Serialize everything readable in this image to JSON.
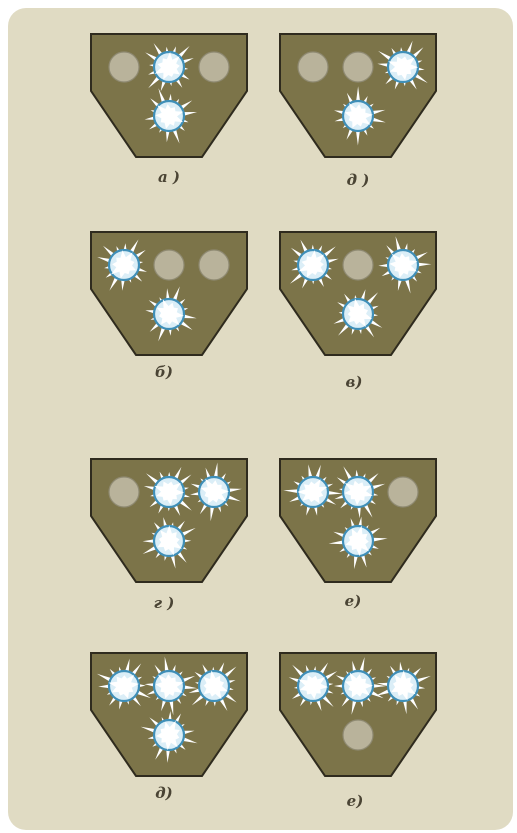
{
  "colors": {
    "background": "#e0dbc3",
    "plate_fill": "#7c7449",
    "plate_stroke": "#2f2b1e",
    "dim_lamp": "#b9b39b",
    "lit_lamp": "#ffffff",
    "caption_text": "#4a4434"
  },
  "panels": [
    {
      "caption": "а )",
      "lamps": [
        "off",
        "on",
        "off",
        "on"
      ]
    },
    {
      "caption": "д )",
      "lamps": [
        "off",
        "off",
        "on",
        "on"
      ]
    },
    {
      "caption": "б)",
      "lamps": [
        "on",
        "off",
        "off",
        "on"
      ]
    },
    {
      "caption": "в)",
      "lamps": [
        "on",
        "off",
        "on",
        "on"
      ]
    },
    {
      "caption": "г )",
      "lamps": [
        "off",
        "on",
        "on",
        "on"
      ]
    },
    {
      "caption": "е)",
      "lamps": [
        "on",
        "on",
        "off",
        "on"
      ]
    },
    {
      "caption": "д)",
      "lamps": [
        "on",
        "on",
        "on",
        "on"
      ]
    },
    {
      "caption": "е)",
      "lamps": [
        "on",
        "on",
        "on",
        "off"
      ]
    }
  ]
}
